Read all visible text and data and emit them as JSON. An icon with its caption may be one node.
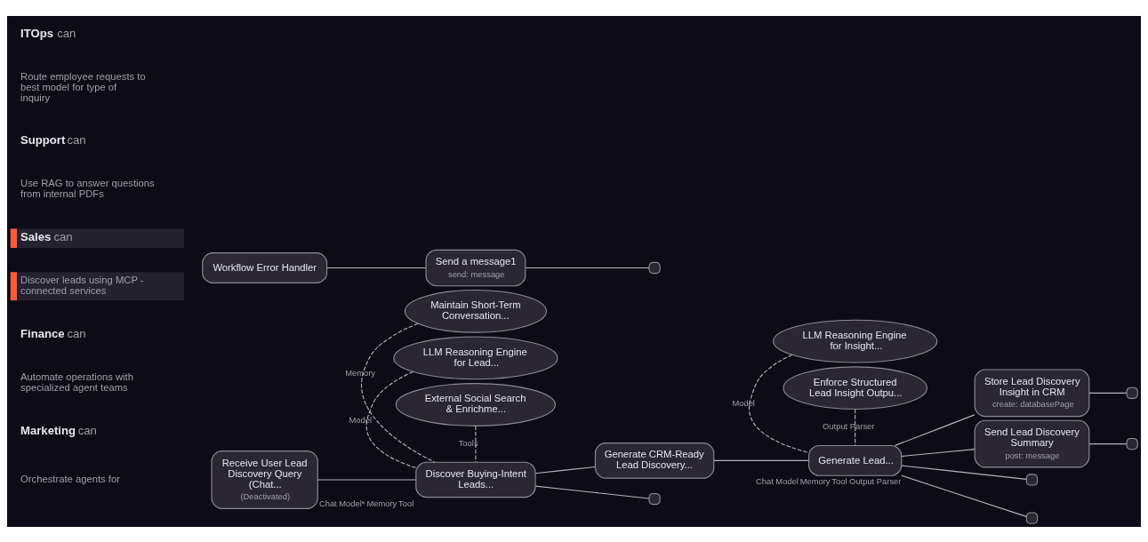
{
  "diagram": {
    "nodes": [
      {
        "text": [
          "Receive User Lead Discovery Query (Chat...",
          "(Deactivated)"
        ]
      },
      {
        "text": [
          "Discover Buying-Intent Leads..."
        ],
        "beside": [
          "Chat Model*",
          "Memory",
          "Tool"
        ]
      },
      {
        "text": [
          "Generate CRM-Ready Lead Discovery..."
        ]
      },
      {
        "text": [
          "Generate Lead..."
        ],
        "beside": [
          "Chat Model",
          "Memory",
          "Tool",
          "Output Parser"
        ]
      },
      {
        "text": [
          "Store Lead Discovery Insight in CRM",
          "create: databasePage"
        ]
      },
      {
        "text": [],
        "shape": "box"
      },
      {
        "text": [
          "Send Lead Discovery Summary",
          "post: message"
        ]
      },
      {
        "text": [],
        "shape": "box"
      },
      {
        "text": [],
        "shape": "box"
      },
      {
        "text": [],
        "shape": "box"
      },
      {
        "text": [],
        "shape": "box"
      },
      {
        "text": [
          "Maintain Short-Term Conversation..."
        ]
      },
      {
        "text": [
          "LLM Reasoning Engine for Lead..."
        ]
      },
      {
        "text": [
          "LLM Reasoning Engine for Insight..."
        ]
      },
      {
        "text": [
          "Enforce Structured Lead Insight Outpu..."
        ]
      },
      {
        "text": [
          "External Social Search & Enrichme..."
        ]
      },
      {
        "text": [
          "Workflow Error Handler"
        ]
      },
      {
        "text": [
          "Send a message1",
          "send: message"
        ]
      },
      {
        "text": [],
        "shape": "box"
      }
    ],
    "edges": [
      {
        "from": 0,
        "to": 1,
        "arrow": "none"
      },
      {
        "from": 1,
        "to": 2,
        "arrow": "none"
      },
      {
        "from": 2,
        "to": 3,
        "arrow": "none"
      },
      {
        "from": 3,
        "to": 4,
        "arrow": "none"
      },
      {
        "from": 3,
        "to": 6,
        "arrow": "none"
      },
      {
        "from": 4,
        "to": 5,
        "arrow": "none"
      },
      {
        "from": 6,
        "to": 7,
        "arrow": "none"
      },
      {
        "from": 1,
        "to": 8,
        "arrow": "none"
      },
      {
        "from": 3,
        "to": 9,
        "arrow": "none"
      },
      {
        "from": 3,
        "to": 10,
        "arrow": "none"
      },
      {
        "from": 11,
        "to": 1,
        "arrow": "none",
        "label": "Memory",
        "style": "dashed"
      },
      {
        "from": 12,
        "to": 1,
        "arrow": "none",
        "label": "Model",
        "style": "dashed"
      },
      {
        "from": 15,
        "to": 1,
        "arrow": "none",
        "label": "Tools",
        "style": "dashed"
      },
      {
        "from": 13,
        "to": 3,
        "arrow": "none",
        "label": "Model",
        "style": "dashed"
      },
      {
        "from": 14,
        "to": 3,
        "arrow": "none",
        "label": "Output Parser",
        "style": "dashed"
      },
      {
        "from": 16,
        "to": 17,
        "arrow": "none"
      },
      {
        "from": 17,
        "to": 18,
        "arrow": "none"
      }
    ],
    "labels": [
      "**ITOps** can",
      "Route employee requests to best model for type of inquiry",
      "**Support** can",
      "Use RAG to answer questions from internal PDFs",
      "**Sales** can",
      "Discover leads using MCP - connected services",
      "**Finance** can",
      "Automate operations with specialized agent teams",
      "**Marketing** can",
      "Orchestrate agents for"
    ]
  }
}
